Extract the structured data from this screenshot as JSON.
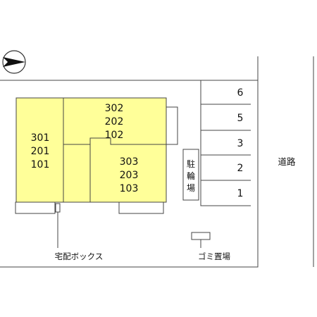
{
  "building": {
    "left_units": [
      "301",
      "201",
      "101"
    ],
    "center_units": [
      "302",
      "202",
      "102"
    ],
    "right_units": [
      "303",
      "203",
      "103"
    ],
    "fill_color": "#ffff99"
  },
  "parking": {
    "spaces": [
      "6",
      "5",
      "3",
      "2",
      "1"
    ]
  },
  "bicycle_parking": {
    "chars": [
      "駐",
      "輪",
      "場"
    ]
  },
  "labels": {
    "delivery_box": "宅配ボックス",
    "garbage": "ゴミ置場",
    "road": "道路"
  },
  "icons": {
    "north_arrow": "north-arrow-icon"
  }
}
